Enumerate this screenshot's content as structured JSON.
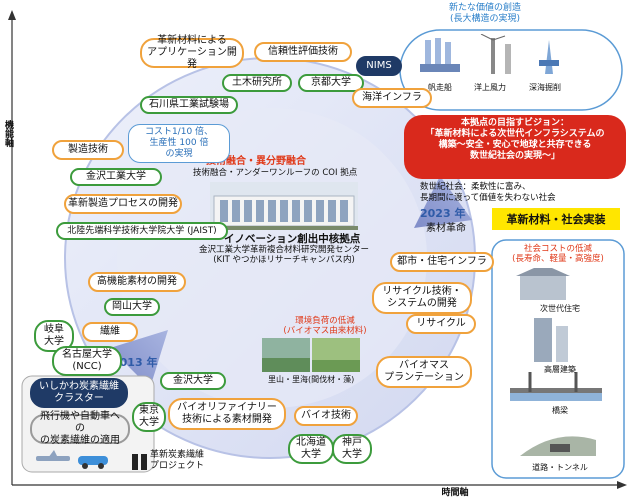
{
  "axes": {
    "y_label": "機能軸",
    "x_label": "時間軸"
  },
  "top_right": {
    "title": "新たな価値の創造\n(長大構造の実現)",
    "items": [
      "帆走船",
      "洋上風力",
      "深海掘削"
    ]
  },
  "vision": {
    "text": "本拠点の目指すビジョン：\n「革新材料による次世代インフラシステムの\n構築〜安全・安心で地球と共存できる\n数世紀社会の実現〜」"
  },
  "society": "数世紀社会：柔軟性に富み、\n長期間に渡って価値を失わない社会",
  "year_2023": "2023 年",
  "material_revolution": "素材革命",
  "implementation": "革新材料・社会実装",
  "cost_reduction": {
    "title": "社会コストの低減\n(長寿命、軽量・高強度)",
    "items": [
      "次世代住宅",
      "高層建築",
      "橋梁",
      "道路・トンネル"
    ]
  },
  "hub": {
    "fusion": "技術融合・異分野融合",
    "coi": "技術融合・アンダーワンルーフの COI 拠点",
    "title": "イノベーション創出中核拠点",
    "subtitle": "金沢工業大学革新複合材料研究開発センター\n(KIT やつかほリサーチキャンパス内)"
  },
  "env": {
    "title": "環境負荷の低減\n(バイオマス由来材料)",
    "caption": "里山・里海(間伐材・藻)"
  },
  "cost_note": "コスト1/10 倍、\n生産性 100 倍\nの実現",
  "year_2013": "2013 年",
  "nodes": {
    "new_material_app": "革新材料による\nアプリケーション開発",
    "reliability": "信頼性評価技術",
    "nims": "NIMS",
    "kyoto": "京都大学",
    "civil_lab": "土木研究所",
    "ishikawa": "石川県工業試験場",
    "ocean_infra": "海洋インフラ",
    "manufacturing": "製造技術",
    "kit_univ": "金沢工業大学",
    "process_dev": "革新製造プロセスの開発",
    "jaist": "北陸先端科学技術大学院大学 (JAIST)",
    "high_func": "高機能素材の開発",
    "okayama": "岡山大学",
    "fiber": "繊維",
    "gifu": "岐阜\n大学",
    "nagoya": "名古屋大学\n(NCC)",
    "urban_infra": "都市・住宅インフラ",
    "recycle_tech": "リサイクル技術・\nシステムの開発",
    "recycle": "リサイクル",
    "biomass": "バイオマス\nプランテーション",
    "kanazawa": "金沢大学",
    "biorefinery": "バイオリファイナリー\n技術による素材開発",
    "bio_tech": "バイオ技術",
    "hokkaido": "北海道\n大学",
    "kobe": "神戸\n大学",
    "tokyo": "東京\n大学",
    "cluster": "いしかわ炭素繊維\nクラスター",
    "vehicle": "飛行機や自動車への\nの炭素繊維の適用",
    "cf_project": "革新炭素繊維\nプロジェクト"
  },
  "colors": {
    "orange": "#f0a23c",
    "green": "#3c9b3c",
    "navy": "#1f3a66",
    "red": "#d9291c",
    "ring": "#cfd6ee"
  }
}
